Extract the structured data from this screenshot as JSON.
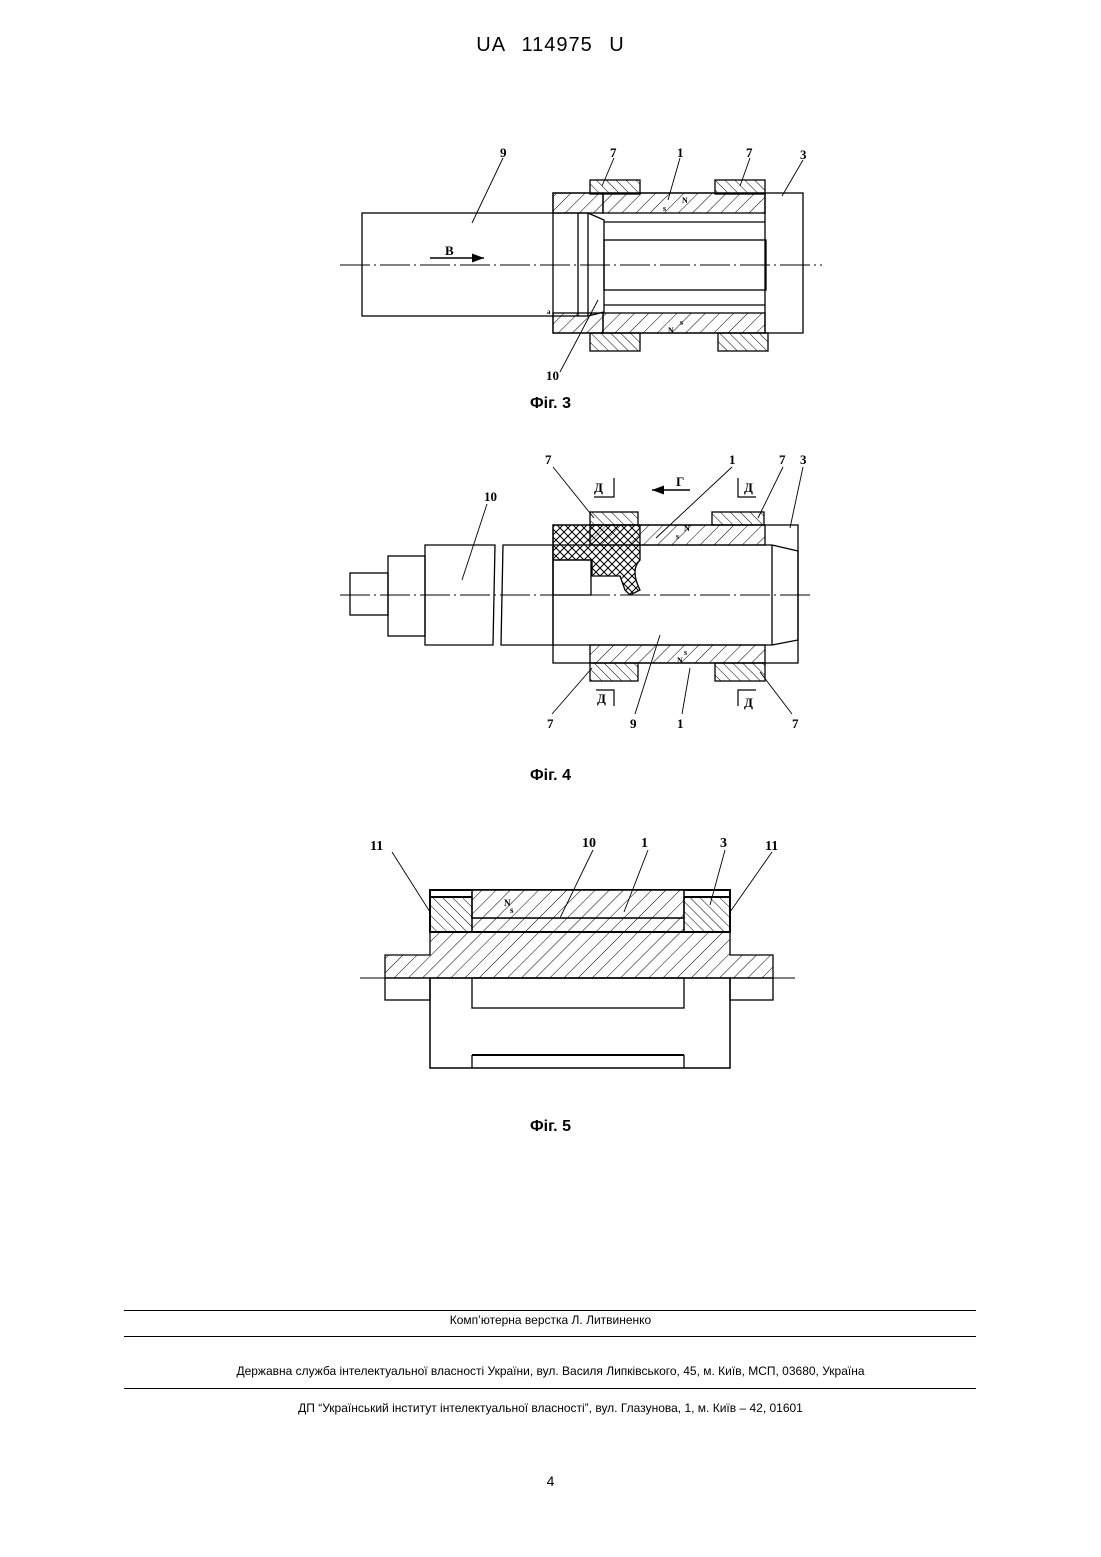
{
  "header": {
    "patent_number": "UA   114975   U"
  },
  "figures": [
    {
      "caption": "Фіг. 3",
      "labels": {
        "l9": "9",
        "l7a": "7",
        "l1": "1",
        "l7b": "7",
        "l3": "3",
        "l10": "10",
        "arrow": "B",
        "sN": "N",
        "sS": "s",
        "sS2": "s",
        "sN2": "N",
        "a": "a"
      }
    },
    {
      "caption": "Фіг. 4",
      "labels": {
        "l10": "10",
        "l7a": "7",
        "l1": "1",
        "l7b": "7",
        "l3": "3",
        "dA": "Д",
        "g": "Г",
        "dB": "Д",
        "dC": "Д",
        "dD": "Д",
        "b7a": "7",
        "b9": "9",
        "b1": "1",
        "b7b": "7",
        "sN": "N",
        "sS": "s",
        "sS2": "s",
        "sN2": "N"
      }
    },
    {
      "caption": "Фіг. 5",
      "labels": {
        "l11a": "11",
        "l10": "10",
        "l1": "1",
        "l3": "3",
        "l11b": "11",
        "sN": "N",
        "sS": "s"
      }
    }
  ],
  "footer": {
    "layout": "Комп’ютерна верстка Л. Литвиненко",
    "service": "Державна служба інтелектуальної власності України, вул. Василя Липківського, 45, м. Київ, МСП, 03680, Україна",
    "institute": "ДП “Український інститут інтелектуальної власності”, вул. Глазунова, 1, м. Київ – 42, 01601"
  },
  "page_number": "4"
}
